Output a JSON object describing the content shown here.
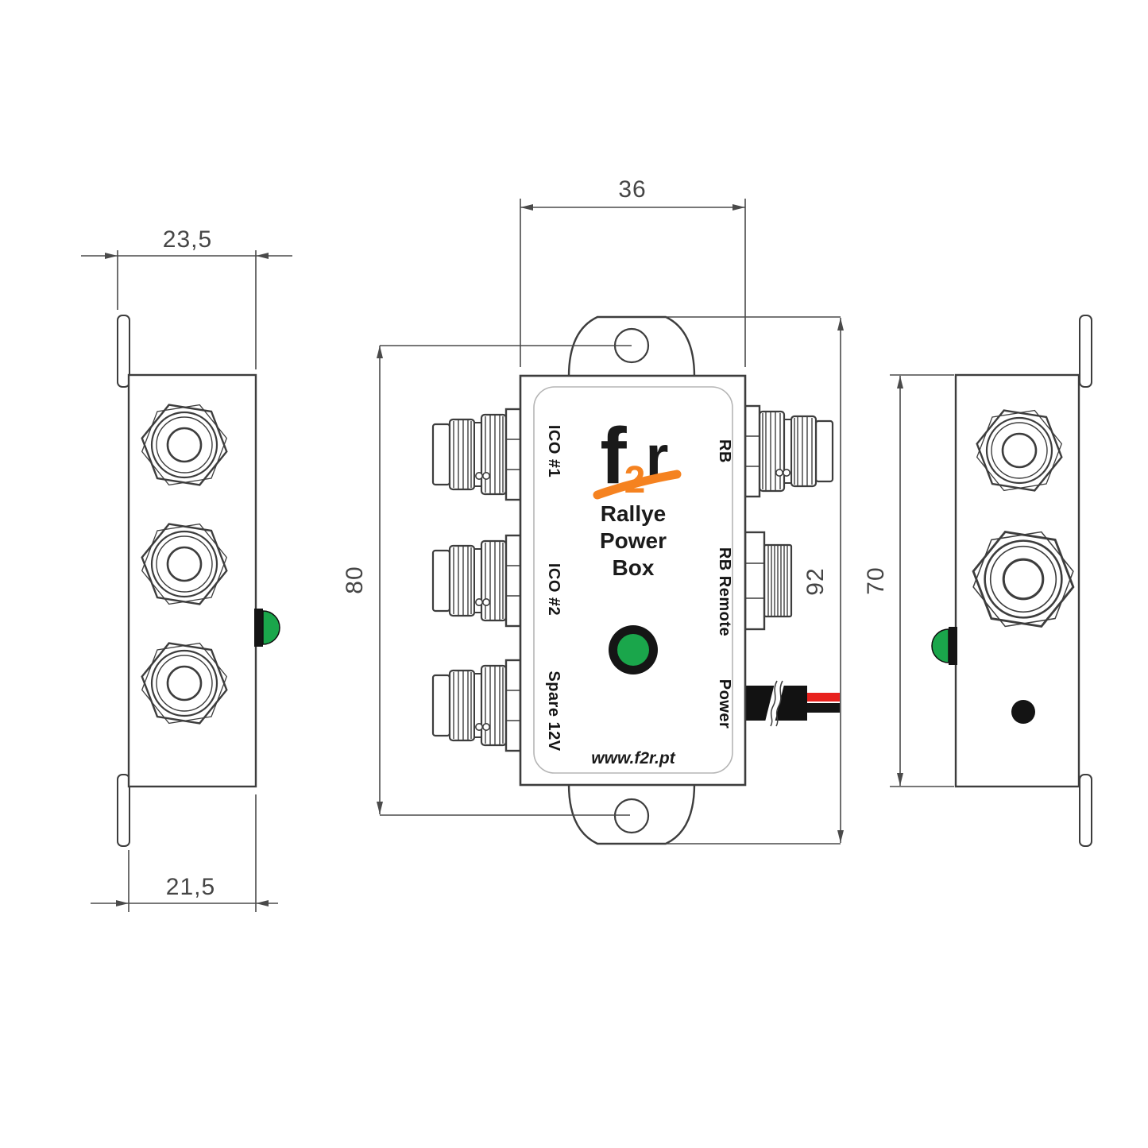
{
  "product": {
    "logo": {
      "f": "f",
      "two": "2",
      "r": "r"
    },
    "title_lines": [
      "Rallye",
      "Power",
      "Box"
    ],
    "website": "www.f2r.pt"
  },
  "ports": {
    "left": [
      "ICO #1",
      "ICO #2",
      "Spare 12V"
    ],
    "right": [
      "RB",
      "RB Remote",
      "Power"
    ]
  },
  "dimensions": {
    "front_width_mm": "36",
    "mount_hole_spacing_mm": "80",
    "overall_height_mm": "92",
    "body_height_mm": "70",
    "side_top_width_mm": "23,5",
    "side_bottom_width_mm": "21,5"
  },
  "colors": {
    "led_green": "#1aa64b",
    "brand_orange": "#F58220",
    "wire_red": "#e8211d",
    "line": "#3d3d3d"
  }
}
